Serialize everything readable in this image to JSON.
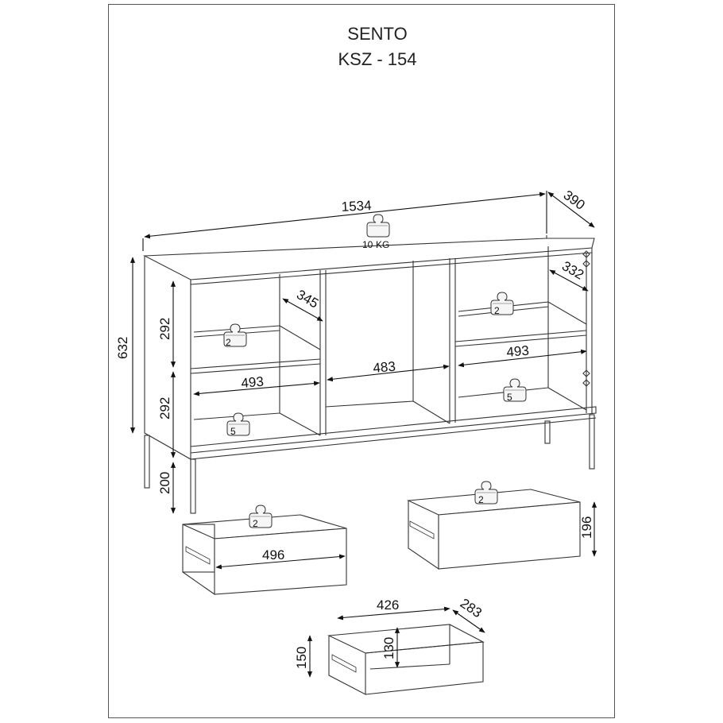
{
  "header": {
    "product_name": "SENTO",
    "product_code": "KSZ - 154"
  },
  "dimensions": {
    "width": "1534",
    "depth": "390",
    "height": "632",
    "shelf_depth_left": "345",
    "shelf_depth_right": "332",
    "compartment_height_top": "292",
    "compartment_height_bottom": "292",
    "compartment_width_left": "493",
    "compartment_width_middle": "483",
    "compartment_width_right": "493",
    "leg_height": "200",
    "drawer_left_width": "496",
    "drawer_right_height": "196",
    "drawer_inner_width": "426",
    "drawer_inner_depth": "283",
    "drawer_front_height": "150",
    "drawer_inner_height": "130"
  },
  "load_limits": {
    "top": "10",
    "shelf_left_upper": "2",
    "shelf_left_lower": "5",
    "shelf_right_upper": "2",
    "shelf_right_lower": "5",
    "drawer_left": "2",
    "drawer_right": "2",
    "unit": "KG"
  }
}
